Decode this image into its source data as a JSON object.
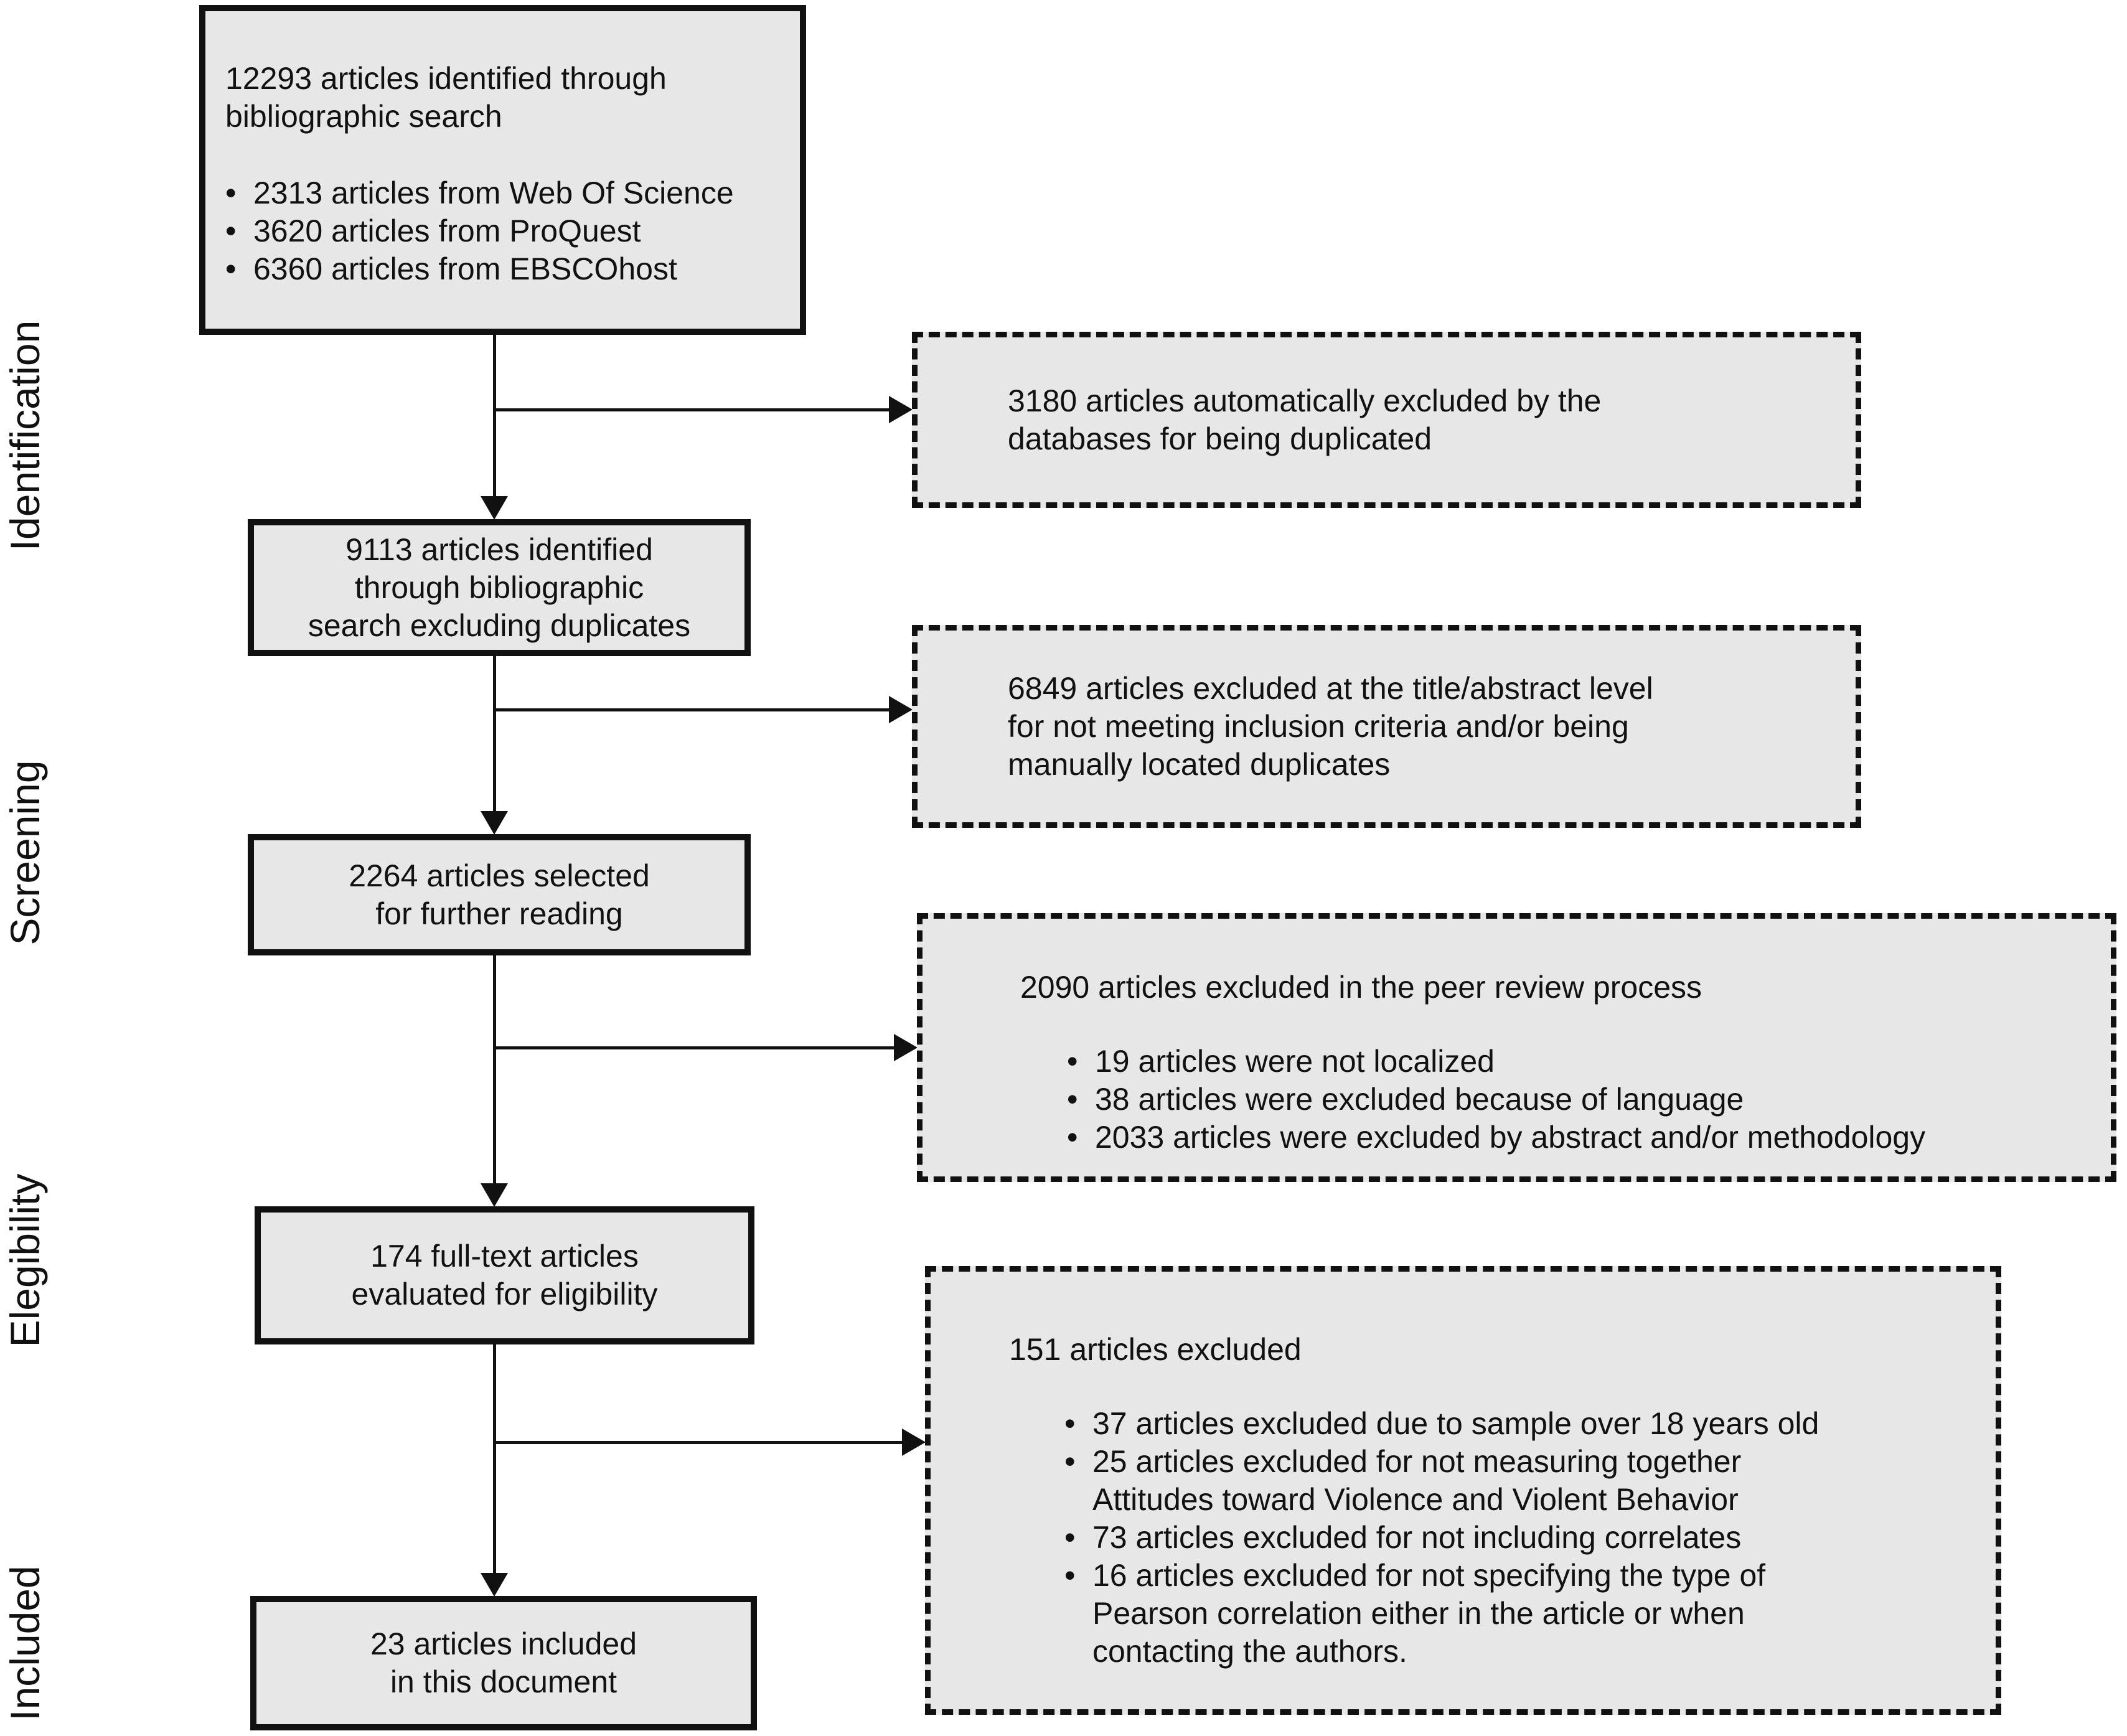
{
  "ui": {
    "bullet": "•"
  },
  "colors": {
    "background": "#ffffff",
    "box_fill": "#e7e7e7",
    "border": "#111111"
  },
  "stage_labels": [
    "Identification",
    "Screening",
    "Elegibility",
    "Included"
  ],
  "flow": {
    "box1": {
      "intro": "12293 articles identified through\nbibliographic search",
      "bullets": [
        "2313 articles from Web Of Science",
        "3620 articles from ProQuest",
        "6360 articles from EBSCOhost"
      ]
    },
    "box2": "9113 articles identified\nthrough bibliographic\nsearch excluding duplicates",
    "box3": "2264 articles selected\nfor further reading",
    "box4": "174 full-text articles\nevaluated for eligibility",
    "box5": "23 articles included\nin this document"
  },
  "exclusions": {
    "dup_auto": "3180 articles automatically excluded by the\ndatabases for being duplicated",
    "title_abstract": "6849 articles excluded at the title/abstract level\nfor not meeting inclusion criteria and/or being\nmanually located duplicates",
    "peer_review": {
      "title": "2090 articles excluded in the peer review process",
      "bullets": [
        "19 articles were not localized",
        "38 articles were excluded because of language",
        "2033 articles were excluded by abstract and/or methodology"
      ]
    },
    "full_text": {
      "title": "151 articles excluded",
      "bullets": [
        "37 articles excluded due to sample over 18 years old",
        "25 articles excluded for not measuring together\nAttitudes toward Violence and Violent Behavior",
        "73 articles excluded for not including correlates",
        "16 articles excluded for not specifying the type of\nPearson correlation either in the article or when\ncontacting the authors."
      ]
    }
  }
}
